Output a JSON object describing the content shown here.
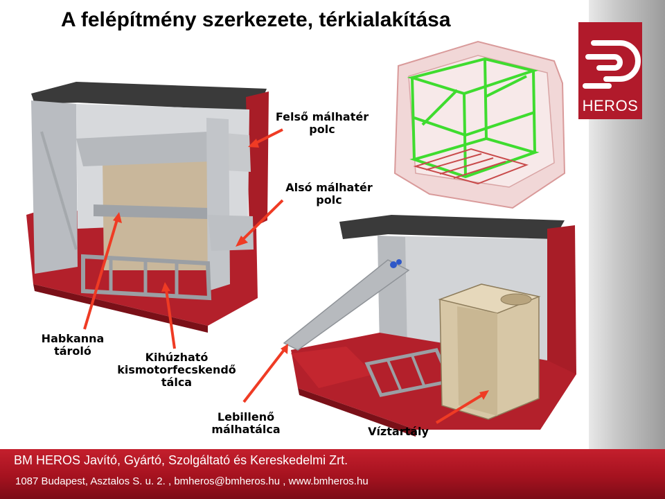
{
  "title": "A felépítmény szerkezete, térkialakítása",
  "brand": {
    "name": "HEROS",
    "color": "#b11a2b"
  },
  "labels": {
    "upper_shelf": [
      "Felső málhatér",
      "polc"
    ],
    "lower_shelf": [
      "Alsó málhatér",
      "polc"
    ],
    "foam_tank": [
      "Habkanna",
      "tároló"
    ],
    "tray": [
      "Kihúzható",
      "kismotorfecskendő",
      "tálca"
    ],
    "tilt_tray": [
      "Lebillenő",
      "málhatálca"
    ],
    "water_tank": "Víztartály"
  },
  "footer": {
    "company": "BM HEROS Javító, Gyártó, Szolgáltató és Kereskedelmi Zrt.",
    "contact": "1087 Budapest, Asztalos S. u. 2. ,  bmheros@bmheros.hu  ,  www.bmheros.hu"
  },
  "colors": {
    "arrow": "#ef3b24",
    "body_red": "#b3202b",
    "frame_green": "#3fdc2f"
  },
  "icons": {
    "logo": "heros-logo-icon"
  }
}
